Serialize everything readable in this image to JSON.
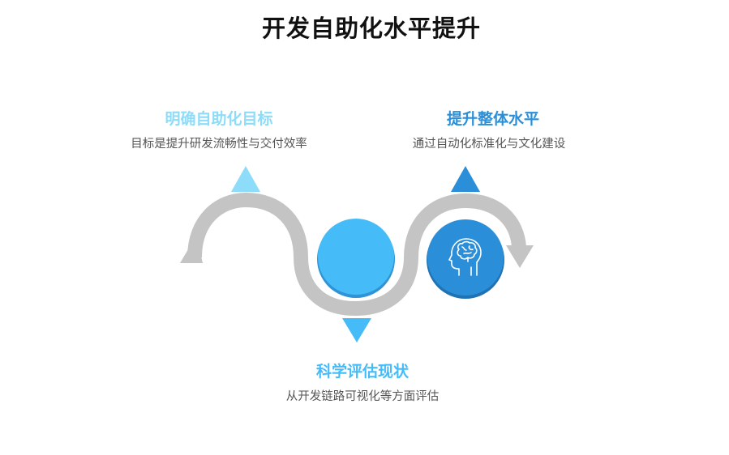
{
  "title": "开发自助化水平提升",
  "steps": [
    {
      "heading": "明确自助化目标",
      "description": "目标是提升研发流畅性与交付效率",
      "color": "#8ddcfa",
      "position": "top-left"
    },
    {
      "heading": "科学评估现状",
      "description": "从开发链路可视化等方面评估",
      "color": "#45bcf8",
      "position": "bottom-center"
    },
    {
      "heading": "提升整体水平",
      "description": "通过自动化标准化与文化建设",
      "color": "#2a8fd8",
      "position": "top-right",
      "icon": "brain-head-icon"
    }
  ],
  "colors": {
    "path": "#c4c4c4",
    "title": "#111111",
    "description": "#555555"
  }
}
